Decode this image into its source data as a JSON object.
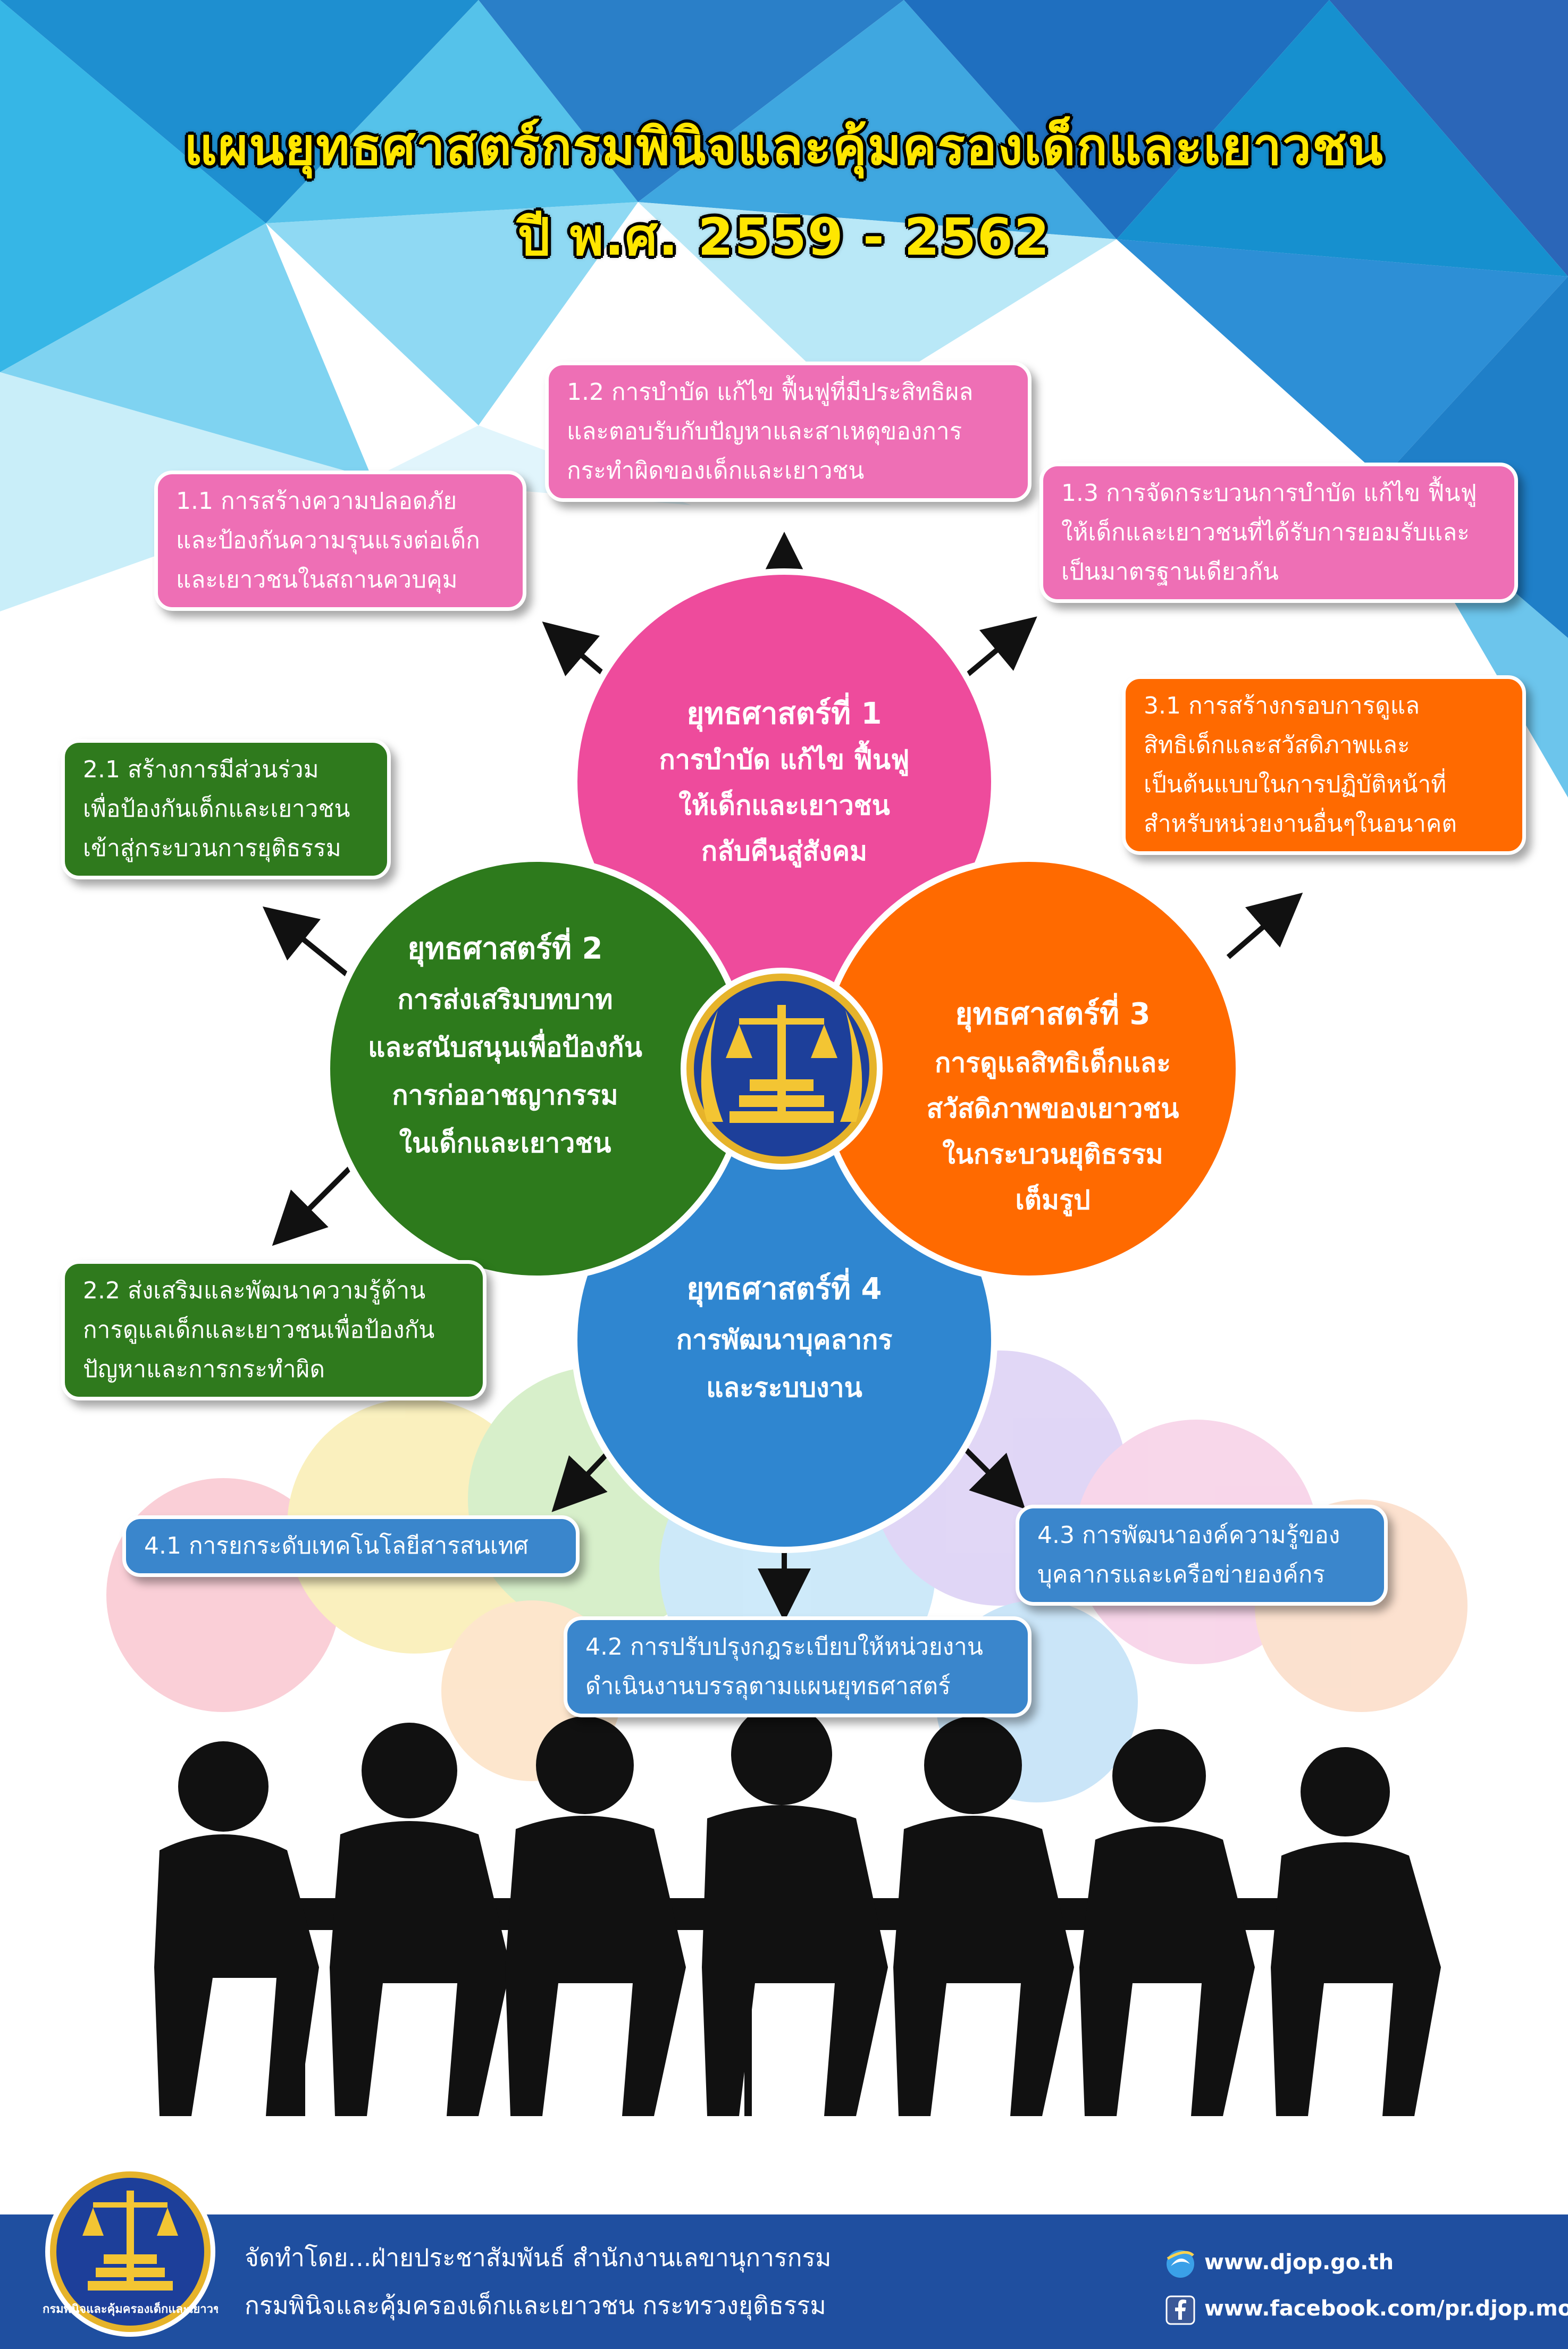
{
  "title": {
    "line1": "แผนยุทธศาสตร์กรมพินิจและคุ้มครองเด็กและเยาวชน",
    "line2": "ปี พ.ศ. 2559 - 2562"
  },
  "colors": {
    "pink": "#ee6fb5",
    "orange": "#ff6a00",
    "green": "#2f7a1d",
    "blue": "#3a86cc",
    "title_yellow": "#ffe600",
    "footer_blue": "#1f4fa0"
  },
  "strategies": [
    {
      "heading": "ยุทธศาสตร์ที่ 1",
      "lines": [
        "การบำบัด แก้ไข ฟื้นฟู",
        "ให้เด็กและเยาวชน",
        "กลับคืนสู่สังคม"
      ],
      "color": "pink"
    },
    {
      "heading": "ยุทธศาสตร์ที่ 2",
      "lines": [
        "การส่งเสริมบทบาท",
        "และสนับสนุนเพื่อป้องกัน",
        "การก่ออาชญากรรม",
        "ในเด็กและเยาวชน"
      ],
      "color": "green"
    },
    {
      "heading": "ยุทธศาสตร์ที่ 3",
      "lines": [
        "การดูแลสิทธิเด็กและ",
        "สวัสดิภาพของเยาวชน",
        "ในกระบวนยุติธรรม",
        "เต็มรูป"
      ],
      "color": "orange"
    },
    {
      "heading": "ยุทธศาสตร์ที่ 4",
      "lines": [
        "การพัฒนาบุคลากร",
        "และระบบงาน"
      ],
      "color": "blue"
    }
  ],
  "goals": {
    "g11": [
      "1.1 การสร้างความปลอดภัย",
      "และป้องกันความรุนแรงต่อเด็ก",
      "และเยาวชนในสถานควบคุม"
    ],
    "g12": [
      "1.2 การบำบัด แก้ไข ฟื้นฟูที่มีประสิทธิผล",
      "และตอบรับกับปัญหาและสาเหตุของการ",
      "กระทำผิดของเด็กและเยาวชน"
    ],
    "g13": [
      "1.3 การจัดกระบวนการบำบัด แก้ไข ฟื้นฟู",
      "ให้เด็กและเยาวชนที่ได้รับการยอมรับและ",
      "เป็นมาตรฐานเดียวกัน"
    ],
    "g21": [
      "2.1 สร้างการมีส่วนร่วม",
      "เพื่อป้องกันเด็กและเยาวชน",
      "เข้าสู่กระบวนการยุติธรรม"
    ],
    "g22": [
      "2.2 ส่งเสริมและพัฒนาความรู้ด้าน",
      "การดูแลเด็กและเยาวชนเพื่อป้องกัน",
      "ปัญหาและการกระทำผิด"
    ],
    "g31": [
      "3.1 การสร้างกรอบการดูแล",
      "สิทธิเด็กและสวัสดิภาพและ",
      "เป็นต้นแบบในการปฏิบัติหน้าที่",
      "สำหรับหน่วยงานอื่นๆในอนาคต"
    ],
    "g41": [
      "4.1 การยกระดับเทคโนโลยีสารสนเทศ"
    ],
    "g42": [
      "4.2 การปรับปรุงกฎระเบียบให้หน่วยงาน",
      "ดำเนินงานบรรลุตามแผนยุทธศาสตร์"
    ],
    "g43": [
      "4.3 การพัฒนาองค์ความรู้ของ",
      "บุคลากรและเครือข่ายองค์กร"
    ]
  },
  "logo_text": "กรมพินิจและคุ้มครองเด็กและเยาวชน",
  "footer": {
    "credit_line1": "จัดทำโดย...ฝ่ายประชาสัมพันธ์ สำนักงานเลขานุการกรม",
    "credit_line2": "กรมพินิจและคุ้มครองเด็กและเยาวชน กระทรวงยุติธรรม",
    "website": "www.djop.go.th",
    "facebook": "www.facebook.com/pr.djop.moj"
  }
}
